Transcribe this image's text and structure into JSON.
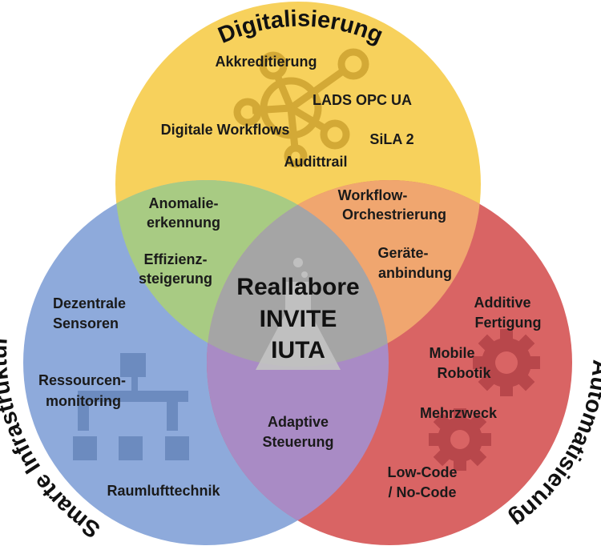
{
  "colors": {
    "digital": "#f7d15c",
    "infra": "#8eaadb",
    "auto": "#d96464",
    "digital_infra": "#a8cb83",
    "digital_auto": "#f0a66f",
    "infra_auto": "#a98bc5",
    "center": "#a5a5a5",
    "digital_icon": "#d3a936",
    "infra_icon": "#6786bb",
    "auto_icon": "#b54449",
    "center_icon": "#c3c3c3"
  },
  "titles": {
    "digital": "Digitalisierung",
    "infra": "Smarte Infrastruktur",
    "auto": "Automatisierung"
  },
  "center": {
    "line1": "Reallabore",
    "line2": "INVITE",
    "line3": "IUTA"
  },
  "digital_items": {
    "akkreditierung": "Akkreditierung",
    "lads": "LADS OPC UA",
    "digitale_workflows": "Digitale Workflows",
    "sila": "SiLA 2",
    "audittrail": "Audittrail"
  },
  "digital_infra_items": {
    "anomalie_1": "Anomalie-",
    "anomalie_2": "erkennung",
    "effizienz_1": "Effizienz-",
    "effizienz_2": "steigerung"
  },
  "digital_auto_items": {
    "workflow_1": "Workflow-",
    "workflow_2": "Orchestrierung",
    "geraete_1": "Geräte-",
    "geraete_2": "anbindung"
  },
  "infra_items": {
    "dezentrale_1": "Dezentrale",
    "dezentrale_2": "Sensoren",
    "ressourcen_1": "Ressourcen-",
    "ressourcen_2": "monitoring",
    "raumluft": "Raumlufttechnik"
  },
  "infra_auto_items": {
    "adaptive_1": "Adaptive",
    "adaptive_2": "Steuerung"
  },
  "auto_items": {
    "additive_1": "Additive",
    "additive_2": "Fertigung",
    "mobile_1": "Mobile",
    "mobile_2": "Robotik",
    "mehrzweck": "Mehrzweck",
    "lowcode_1": "Low-Code",
    "lowcode_2": "/ No-Code"
  },
  "icons": {
    "digital": "network-hub-icon",
    "infra": "org-chart-icon",
    "auto": "gears-icon",
    "center": "flask-icon"
  }
}
